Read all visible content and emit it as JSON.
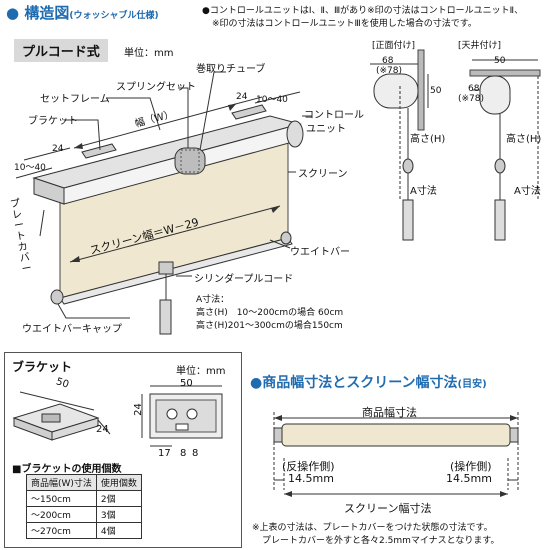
{
  "section1": {
    "title": "構造図",
    "subtitle": "(ウォッシャブル仕様)",
    "note_line1": "●コントロールユニットはⅠ、Ⅱ、Ⅲがあり※印の寸法はコントロールユニットⅡ、",
    "note_line2": "※印の寸法はコントロールユニットⅢを使用した場合の寸法です。",
    "pill": "プルコード式",
    "unit": "単位：mm"
  },
  "labels": {
    "spring_set": "スプリングセット",
    "winding_tube": "巻取りチューブ",
    "set_frame": "セットフレーム",
    "bracket": "ブラケット",
    "width": "幅（W）",
    "control_unit_1": "コントロール",
    "control_unit_2": "ユニット",
    "screen": "スクリーン",
    "screen_width": "スクリーン幅＝W－29",
    "plate_cover": "プレートカバー",
    "weight_bar": "ウエイトバー",
    "cylinder_cord": "シリンダープルコード",
    "weight_cap": "ウエイトバーキャップ",
    "dim_24_left": "24",
    "dim_10_40_left": "10～40",
    "dim_24_right": "24",
    "dim_10_40_right": "10～40",
    "a_dim_title": "A寸法：",
    "a_dim_1": "高さ(H)　10～200cmの場合 60cm",
    "a_dim_2": "高さ(H)201～300cmの場合150cm"
  },
  "mount": {
    "front_label": "[正面付け]",
    "ceiling_label": "[天井付け]",
    "front_68": "68",
    "front_78": "(※78)",
    "front_50": "50",
    "ceil_50": "50",
    "ceil_68": "68",
    "ceil_78": "(※78)",
    "height": "高さ(H)",
    "a_dim": "A寸法"
  },
  "bracket_section": {
    "title": "ブラケット",
    "unit": "単位：mm",
    "dim_50_iso": "50",
    "dim_24_iso": "24",
    "dim_50": "50",
    "dim_24": "24",
    "dim_17": "17",
    "dim_8a": "8",
    "dim_8b": "8",
    "usage_title": "■ブラケットの使用個数",
    "table_header": [
      "商品幅(W)寸法",
      "使用個数"
    ],
    "table_rows": [
      [
        "～150cm",
        "2個"
      ],
      [
        "～200cm",
        "3個"
      ],
      [
        "～270cm",
        "4個"
      ]
    ]
  },
  "width_section": {
    "title": "●商品幅寸法とスクリーン幅寸法",
    "subtitle": "(目安)",
    "product_width": "商品幅寸法",
    "left_side": "(反操作側)",
    "right_side": "(操作側)",
    "left_mm": "14.5mm",
    "right_mm": "14.5mm",
    "screen_width": "スクリーン幅寸法",
    "note1": "※上表の寸法は、プレートカバーをつけた状態の寸法です。",
    "note2": "プレートカバーを外すと各々2.5mmマイナスとなります。"
  }
}
